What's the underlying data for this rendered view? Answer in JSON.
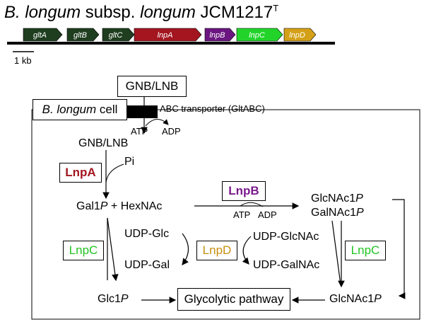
{
  "title": {
    "genus": "B. longum",
    "subsp_word": "subsp.",
    "subsp": "longum",
    "strain": "JCM1217",
    "sup": "T"
  },
  "genes": [
    {
      "name": "gltA",
      "color": "#1f3d1f"
    },
    {
      "name": "gltB",
      "color": "#1f3d1f"
    },
    {
      "name": "gltC",
      "color": "#1f3d1f"
    },
    {
      "name": "lnpA",
      "color": "#a3161f"
    },
    {
      "name": "lnpB",
      "color": "#6b1680"
    },
    {
      "name": "lnpC",
      "color": "#22d42a"
    },
    {
      "name": "lnpD",
      "color": "#d4a017"
    }
  ],
  "scale_label": "1 kb",
  "diagram": {
    "substrate_top": "GNB/LNB",
    "cell_label_italic": "B. longum",
    "cell_label_rest": " cell",
    "transporter": "ABC transporter (GltABC)",
    "atp1": "ATP",
    "adp1": "ADP",
    "substrate_in": "GNB/LNB",
    "pi": "Pi",
    "lnpA": "LnpA",
    "gal1p": "Gal1",
    "gal1p_p": "P",
    "hexnac": " + HexNAc",
    "lnpB": "LnpB",
    "atp2": "ATP",
    "adp2": "ADP",
    "glcnac1p": "GlcNAc1",
    "glcnac1p_p": "P",
    "galnac1p": "GalNAc1",
    "galnac1p_p": "P",
    "udp_glc": "UDP-Glc",
    "udp_gal": "UDP-Gal",
    "lnpC_left": "LnpC",
    "lnpD": "LnpD",
    "udp_glcnac": "UDP-GlcNAc",
    "udp_galnac": "UDP-GalNAc",
    "lnpC_right": "LnpC",
    "glc1p": "Glc1",
    "glc1p_p": "P",
    "glycolytic": "Glycolytic pathway",
    "glcnac1p_bottom": "GlcNAc1",
    "glcnac1p_bottom_p": "P"
  },
  "colors": {
    "lnpA": "#a3161f",
    "lnpB": "#7a1a8c",
    "lnpC": "#22c422",
    "lnpD": "#c89010"
  }
}
